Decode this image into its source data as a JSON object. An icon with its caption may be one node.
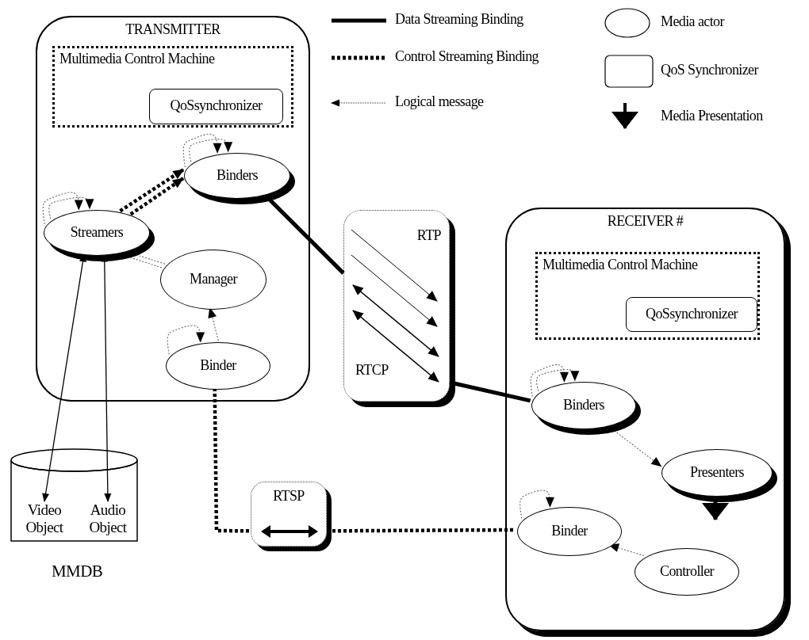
{
  "diagram": {
    "nodes": [
      {
        "text": [
          "TRANSMITTER"
        ]
      },
      {
        "text": [
          "Multimedia Control Machine"
        ],
        "in": 0
      },
      {
        "text": [
          "QoSsynchronizer"
        ],
        "in": 1
      },
      {
        "text": [
          "Binders"
        ],
        "in": 0
      },
      {
        "text": [
          "Streamers"
        ],
        "in": 0
      },
      {
        "text": [
          "Manager"
        ],
        "in": 0
      },
      {
        "text": [
          "Binder"
        ],
        "in": 0
      },
      {
        "text": [],
        "shape": "cylinder",
        "beside": [
          "MMDB"
        ]
      },
      {
        "text": [
          "Video Object"
        ],
        "in": 7
      },
      {
        "text": [
          "Audio Object"
        ],
        "in": 7
      },
      {
        "text": [
          "RTP",
          "RTCP"
        ]
      },
      {
        "text": [
          "RTSP"
        ]
      },
      {
        "text": [
          "RECEIVER #"
        ]
      },
      {
        "text": [
          "Multimedia Control Machine"
        ],
        "in": 12
      },
      {
        "text": [
          "QoSsynchronizer"
        ],
        "in": 13
      },
      {
        "text": [
          "Binders"
        ],
        "in": 12
      },
      {
        "text": [
          "Presenters"
        ],
        "in": 12
      },
      {
        "text": [
          "Binder"
        ],
        "in": 12
      },
      {
        "text": [
          "Controller"
        ],
        "in": 12
      }
    ],
    "edges": [
      {
        "from": 3,
        "to": 3,
        "arrow": "to",
        "style": "dashed"
      },
      {
        "from": 3,
        "to": 3,
        "arrow": "to",
        "style": "dashed"
      },
      {
        "from": 4,
        "to": 4,
        "arrow": "to",
        "style": "dashed"
      },
      {
        "from": 4,
        "to": 4,
        "arrow": "to",
        "style": "dashed"
      },
      {
        "from": 4,
        "to": 3,
        "arrow": "to",
        "style": "dashed",
        "color": "#000000"
      },
      {
        "from": 4,
        "to": 3,
        "arrow": "to",
        "style": "dashed",
        "color": "#000000"
      },
      {
        "from": 5,
        "to": 4,
        "arrow": "to",
        "style": "dashed"
      },
      {
        "from": 5,
        "to": 4,
        "arrow": "to",
        "style": "dashed"
      },
      {
        "from": 6,
        "to": 5,
        "arrow": "to",
        "style": "dashed"
      },
      {
        "from": 6,
        "to": 6,
        "arrow": "to",
        "style": "dashed"
      },
      {
        "from": 4,
        "to": 8,
        "arrow": "both",
        "color": "#000000"
      },
      {
        "from": 4,
        "to": 9,
        "arrow": "both",
        "color": "#000000"
      },
      {
        "from": 3,
        "to": 10,
        "arrow": "none",
        "style": "thick",
        "color": "#000000"
      },
      {
        "from": 10,
        "to": 15,
        "arrow": "none",
        "style": "thick",
        "color": "#000000"
      },
      {
        "from": 6,
        "to": 11,
        "arrow": "none",
        "style": "dashed",
        "color": "#000000"
      },
      {
        "from": 11,
        "to": 17,
        "arrow": "none",
        "style": "dashed",
        "color": "#000000"
      },
      {
        "from": 15,
        "to": 15,
        "arrow": "to",
        "style": "dashed"
      },
      {
        "from": 15,
        "to": 15,
        "arrow": "to",
        "style": "dashed"
      },
      {
        "from": 15,
        "to": 16,
        "arrow": "to",
        "style": "dashed"
      },
      {
        "from": 17,
        "to": 17,
        "arrow": "to",
        "style": "dashed"
      },
      {
        "from": 18,
        "to": 17,
        "arrow": "to",
        "style": "dashed"
      },
      {
        "from": 16,
        "to": null,
        "arrow": "to",
        "style": "thick",
        "color": "#000000"
      }
    ],
    "legend": [
      {
        "text": "Data Streaming Binding"
      },
      {
        "text": "Control Streaming Binding"
      },
      {
        "text": "Logical message"
      },
      {
        "text": "Media actor"
      },
      {
        "text": "QoS Synchronizer"
      },
      {
        "text": "Media Presentation"
      }
    ]
  }
}
